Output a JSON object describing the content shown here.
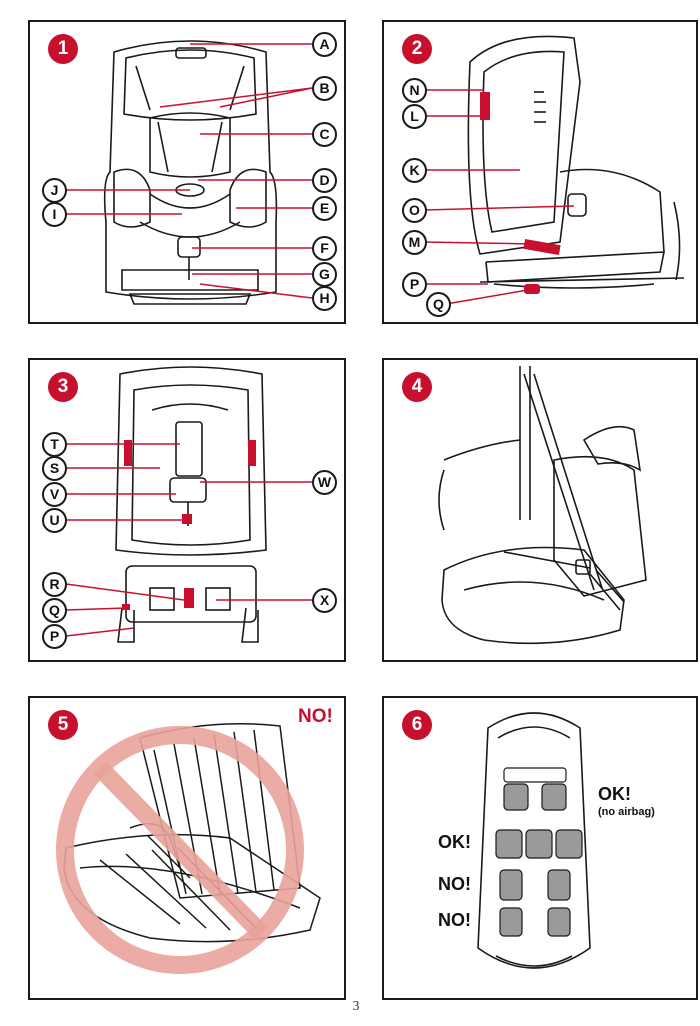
{
  "panels": [
    {
      "number": "1",
      "labels": [
        "A",
        "B",
        "C",
        "D",
        "E",
        "F",
        "G",
        "H",
        "J",
        "I"
      ]
    },
    {
      "number": "2",
      "labels": [
        "N",
        "L",
        "K",
        "O",
        "M",
        "P",
        "Q"
      ]
    },
    {
      "number": "3",
      "labels": [
        "T",
        "S",
        "V",
        "U",
        "W",
        "R",
        "Q",
        "P",
        "X"
      ]
    },
    {
      "number": "4"
    },
    {
      "number": "5",
      "warning": "NO!"
    },
    {
      "number": "6",
      "ok_front": "OK!",
      "ok_front_note": "(no airbag)",
      "ok_middle": "OK!",
      "no_side_1": "NO!",
      "no_side_2": "NO!"
    }
  ],
  "page_number": "3",
  "colors": {
    "accent": "#c8102e",
    "line": "#1a1a1a",
    "prohibition": "#e8a39a"
  }
}
